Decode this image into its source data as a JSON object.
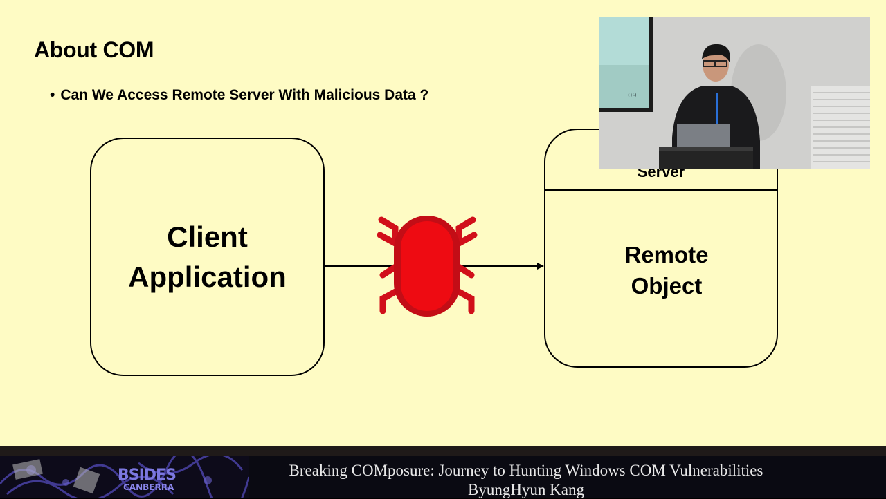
{
  "slide": {
    "title": "About COM",
    "bullet": "Can We Access Remote Server With Malicious Data ?",
    "client_line1": "Client",
    "client_line2": "Application",
    "server_label": "Server",
    "remote_line1": "Remote",
    "remote_line2": "Object",
    "bug_icon": "bug-icon",
    "bug_color": "#e30613",
    "background_color": "#fefbc4"
  },
  "speaker_video": {
    "screen_slide_number": "09"
  },
  "footer": {
    "event_logo_text": "BSIDES",
    "event_logo_sub": "CANBERRA",
    "talk_title": "Breaking COMposure: Journey to Hunting Windows COM Vulnerabilities",
    "speaker": "ByungHyun Kang"
  }
}
